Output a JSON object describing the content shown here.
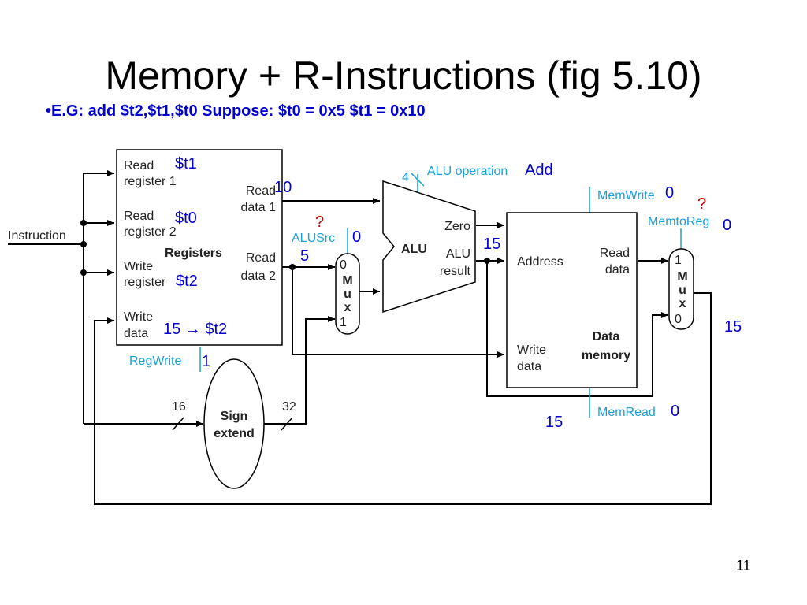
{
  "title": "Memory + R-Instructions (fig 5.10)",
  "subtitle": "•E.G: add $t2,$t1,$t0  Suppose: $t0 = 0x5   $t1 = 0x10",
  "slide_number": "11",
  "colors": {
    "control": "#1aa0d8",
    "values": "#0000cc",
    "question": "#cc0000"
  },
  "diagram": {
    "instruction": "Instruction",
    "registers": {
      "read_register_1": [
        "Read",
        "register 1"
      ],
      "read_register_2": [
        "Read",
        "register 2"
      ],
      "write_register": [
        "Write",
        "register"
      ],
      "write_data": [
        "Write",
        "data"
      ],
      "read_data_1": [
        "Read",
        "data 1"
      ],
      "read_data_2": [
        "Read",
        "data 2"
      ],
      "title": "Registers"
    },
    "reg_write": "RegWrite",
    "sign_extend": [
      "Sign",
      "extend"
    ],
    "bus_16": "16",
    "bus_32": "32",
    "alu_src": "ALUSrc",
    "mux": [
      "M",
      "u",
      "x"
    ],
    "mux_in_0": "0",
    "mux_in_1": "1",
    "alu_op_width": "4",
    "alu_operation": "ALU operation",
    "alu": "ALU",
    "alu_zero": "Zero",
    "alu_result": [
      "ALU",
      "result"
    ],
    "mem_write": "MemWrite",
    "mem_to_reg": "MemtoReg",
    "mem_read": "MemRead",
    "data_memory": {
      "address": "Address",
      "read_data": [
        "Read",
        "data"
      ],
      "write_data": [
        "Write",
        "data"
      ],
      "title": [
        "Data",
        "memory"
      ]
    }
  },
  "annotations": {
    "t1": "$t1",
    "t0": "$t0",
    "t2": "$t2",
    "read_data_1_value": "10",
    "alusrc_question": "?",
    "alusrc_value": "0",
    "read_data_2_value": "5",
    "alu_op_value": "Add",
    "alu_result_value": "15",
    "memwrite_value": "0",
    "memtoreg_question": "?",
    "memtoreg_value": "0",
    "write_data_value": "15 → $t2",
    "regwrite_value": "1",
    "mux_out_value": "15",
    "memread_value": "0",
    "bypass_value": "15"
  }
}
